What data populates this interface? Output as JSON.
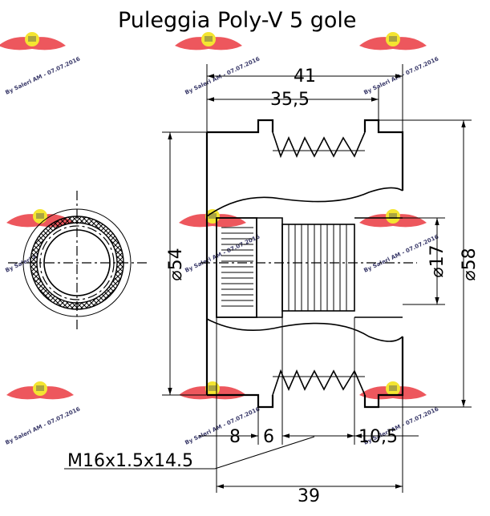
{
  "title": "Puleggia Poly-V 5 gole",
  "dimensions": {
    "overall_width": "41",
    "groove_width": "35,5",
    "outer_diameter": "58",
    "inner_diameter": "54",
    "bore_diameter": "17",
    "left_offset": "8",
    "middle_offset": "6",
    "right_offset": "10,5",
    "thread": "M16x1.5x14.5",
    "bottom_width": "39"
  },
  "symbols": {
    "diameter": "⌀"
  },
  "watermark": {
    "text": "By Saleri AM - 07.07.2016"
  },
  "colors": {
    "logo_red": "#e8232a",
    "logo_yellow": "#f3e21a",
    "watermark_text": "#3a3a6a"
  }
}
